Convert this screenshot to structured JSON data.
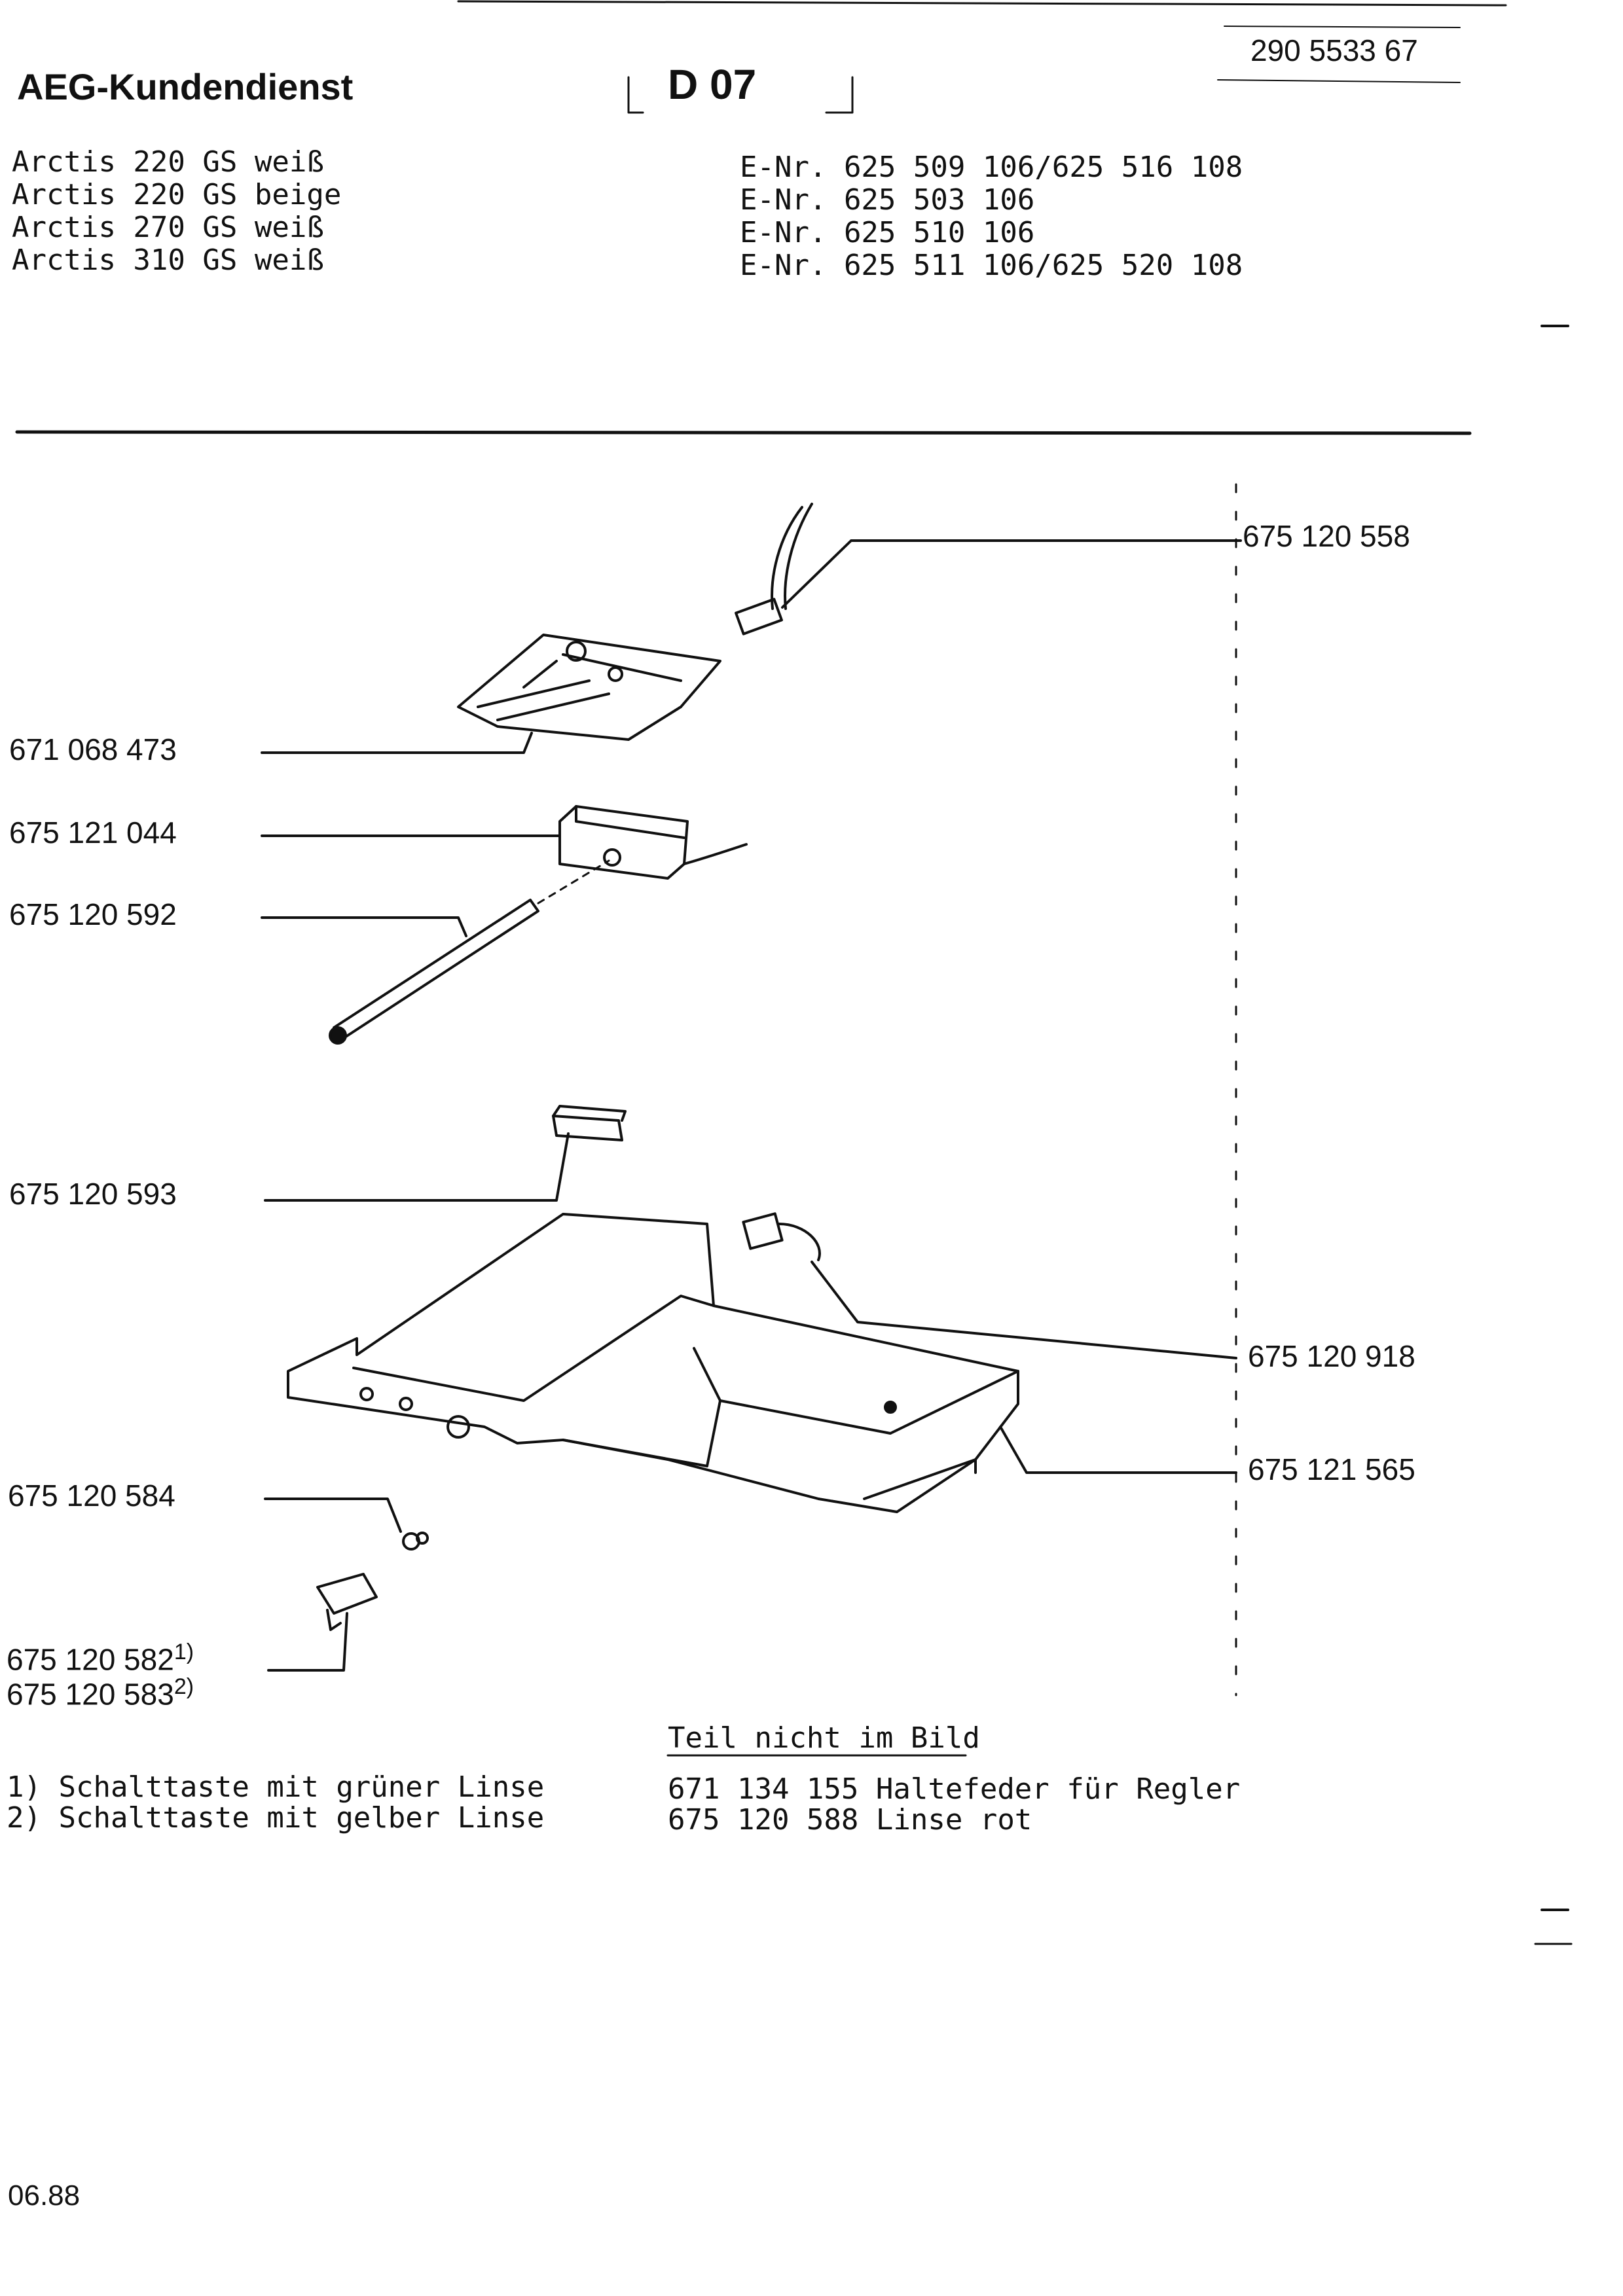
{
  "header": {
    "brand": "AEG-Kundendienst",
    "page_code": "D 07",
    "doc_number": "290 5533 67"
  },
  "models": [
    {
      "name": "Arctis 220 GS weiß",
      "enr": "E-Nr. 625 509 106/625 516 108"
    },
    {
      "name": "Arctis 220 GS beige",
      "enr": "E-Nr. 625 503 106"
    },
    {
      "name": "Arctis 270 GS weiß",
      "enr": "E-Nr. 625 510 106"
    },
    {
      "name": "Arctis 310 GS weiß",
      "enr": "E-Nr. 625 511 106/625 520 108"
    }
  ],
  "parts": {
    "p558": "675 120 558",
    "p473": "671 068 473",
    "p044": "675 121 044",
    "p592": "675 120 592",
    "p593": "675 120 593",
    "p918": "675 120 918",
    "p565": "675 121 565",
    "p584": "675 120 584",
    "p582": "675 120 582",
    "p582_sup": "1)",
    "p583": "675 120 583",
    "p583_sup": "2)"
  },
  "footnotes": [
    "1) Schalttaste mit grüner Linse",
    "2) Schalttaste mit gelber Linse"
  ],
  "not_shown": {
    "title": "Teil nicht im Bild",
    "items": [
      "671 134 155 Haltefeder für Regler",
      "675 120 588 Linse rot"
    ]
  },
  "date": "06.88"
}
